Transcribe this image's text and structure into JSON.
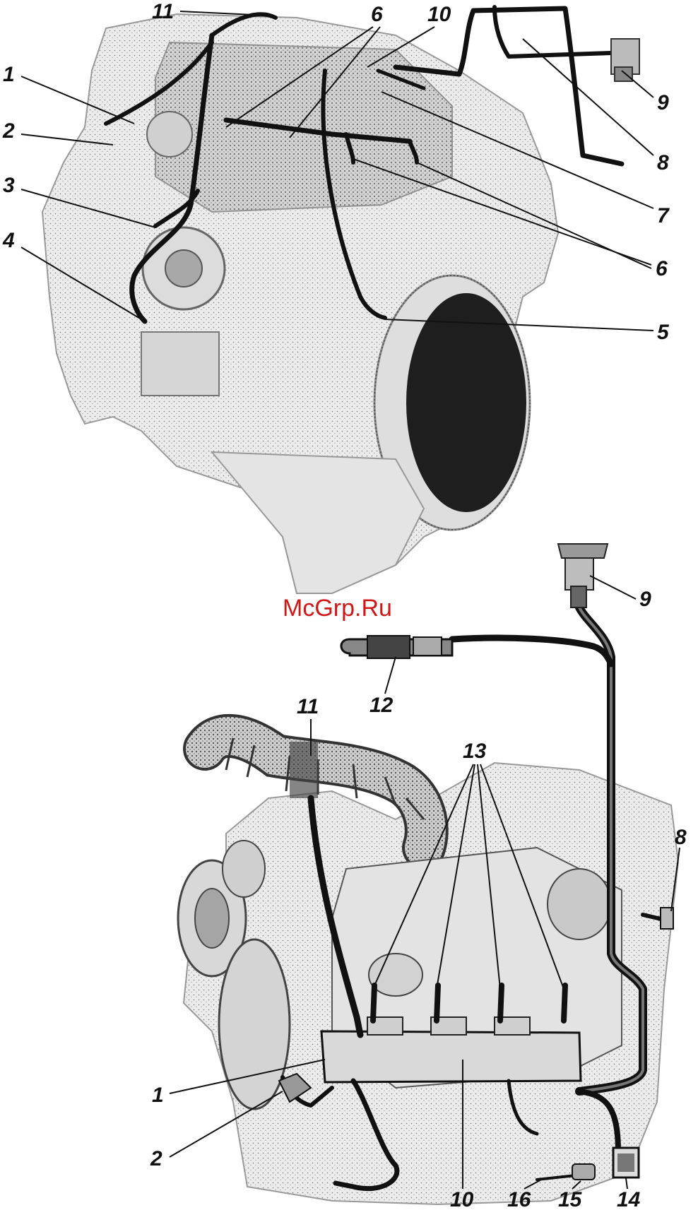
{
  "watermark": "McGrp.Ru",
  "top_view": {
    "callouts": [
      {
        "id": "t1",
        "text": "1"
      },
      {
        "id": "t2",
        "text": "2"
      },
      {
        "id": "t3",
        "text": "3"
      },
      {
        "id": "t4",
        "text": "4"
      },
      {
        "id": "t5",
        "text": "5"
      },
      {
        "id": "t6a",
        "text": "6"
      },
      {
        "id": "t6b",
        "text": "6"
      },
      {
        "id": "t7",
        "text": "7"
      },
      {
        "id": "t8",
        "text": "8"
      },
      {
        "id": "t9",
        "text": "9"
      },
      {
        "id": "t10",
        "text": "10"
      },
      {
        "id": "t11",
        "text": "11"
      }
    ]
  },
  "bottom_view": {
    "callouts": [
      {
        "id": "b1",
        "text": "1"
      },
      {
        "id": "b2",
        "text": "2"
      },
      {
        "id": "b8",
        "text": "8"
      },
      {
        "id": "b9",
        "text": "9"
      },
      {
        "id": "b10",
        "text": "10"
      },
      {
        "id": "b11",
        "text": "11"
      },
      {
        "id": "b12",
        "text": "12"
      },
      {
        "id": "b13",
        "text": "13"
      },
      {
        "id": "b14",
        "text": "14"
      },
      {
        "id": "b15",
        "text": "15"
      },
      {
        "id": "b16",
        "text": "16"
      }
    ]
  }
}
